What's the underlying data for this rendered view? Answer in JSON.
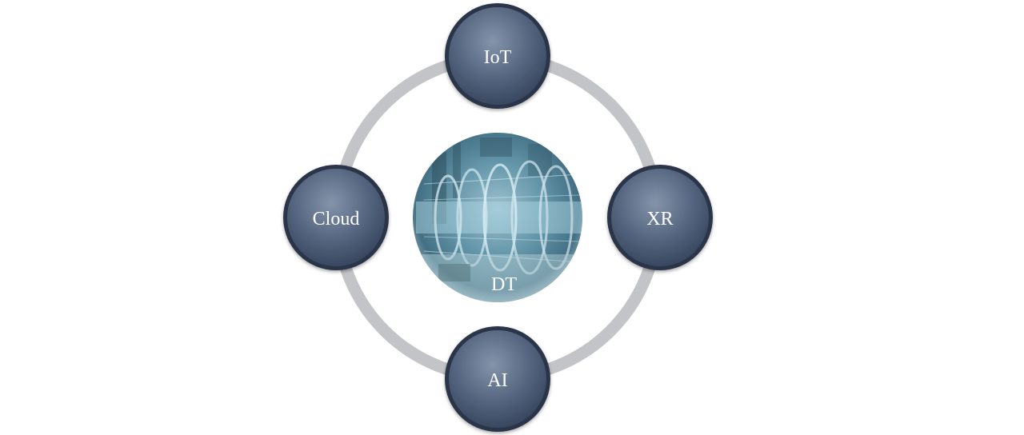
{
  "diagram": {
    "center": {
      "label": "DT"
    },
    "nodes": [
      {
        "id": "iot",
        "label": "IoT"
      },
      {
        "id": "xr",
        "label": "XR"
      },
      {
        "id": "ai",
        "label": "AI"
      },
      {
        "id": "cloud",
        "label": "Cloud"
      }
    ]
  },
  "colors": {
    "ring": "#c3c4c7",
    "node_light": "#7d8da6",
    "node_dark": "#3b4a63",
    "node_edge": "#2a3548",
    "label": "#ffffff"
  }
}
